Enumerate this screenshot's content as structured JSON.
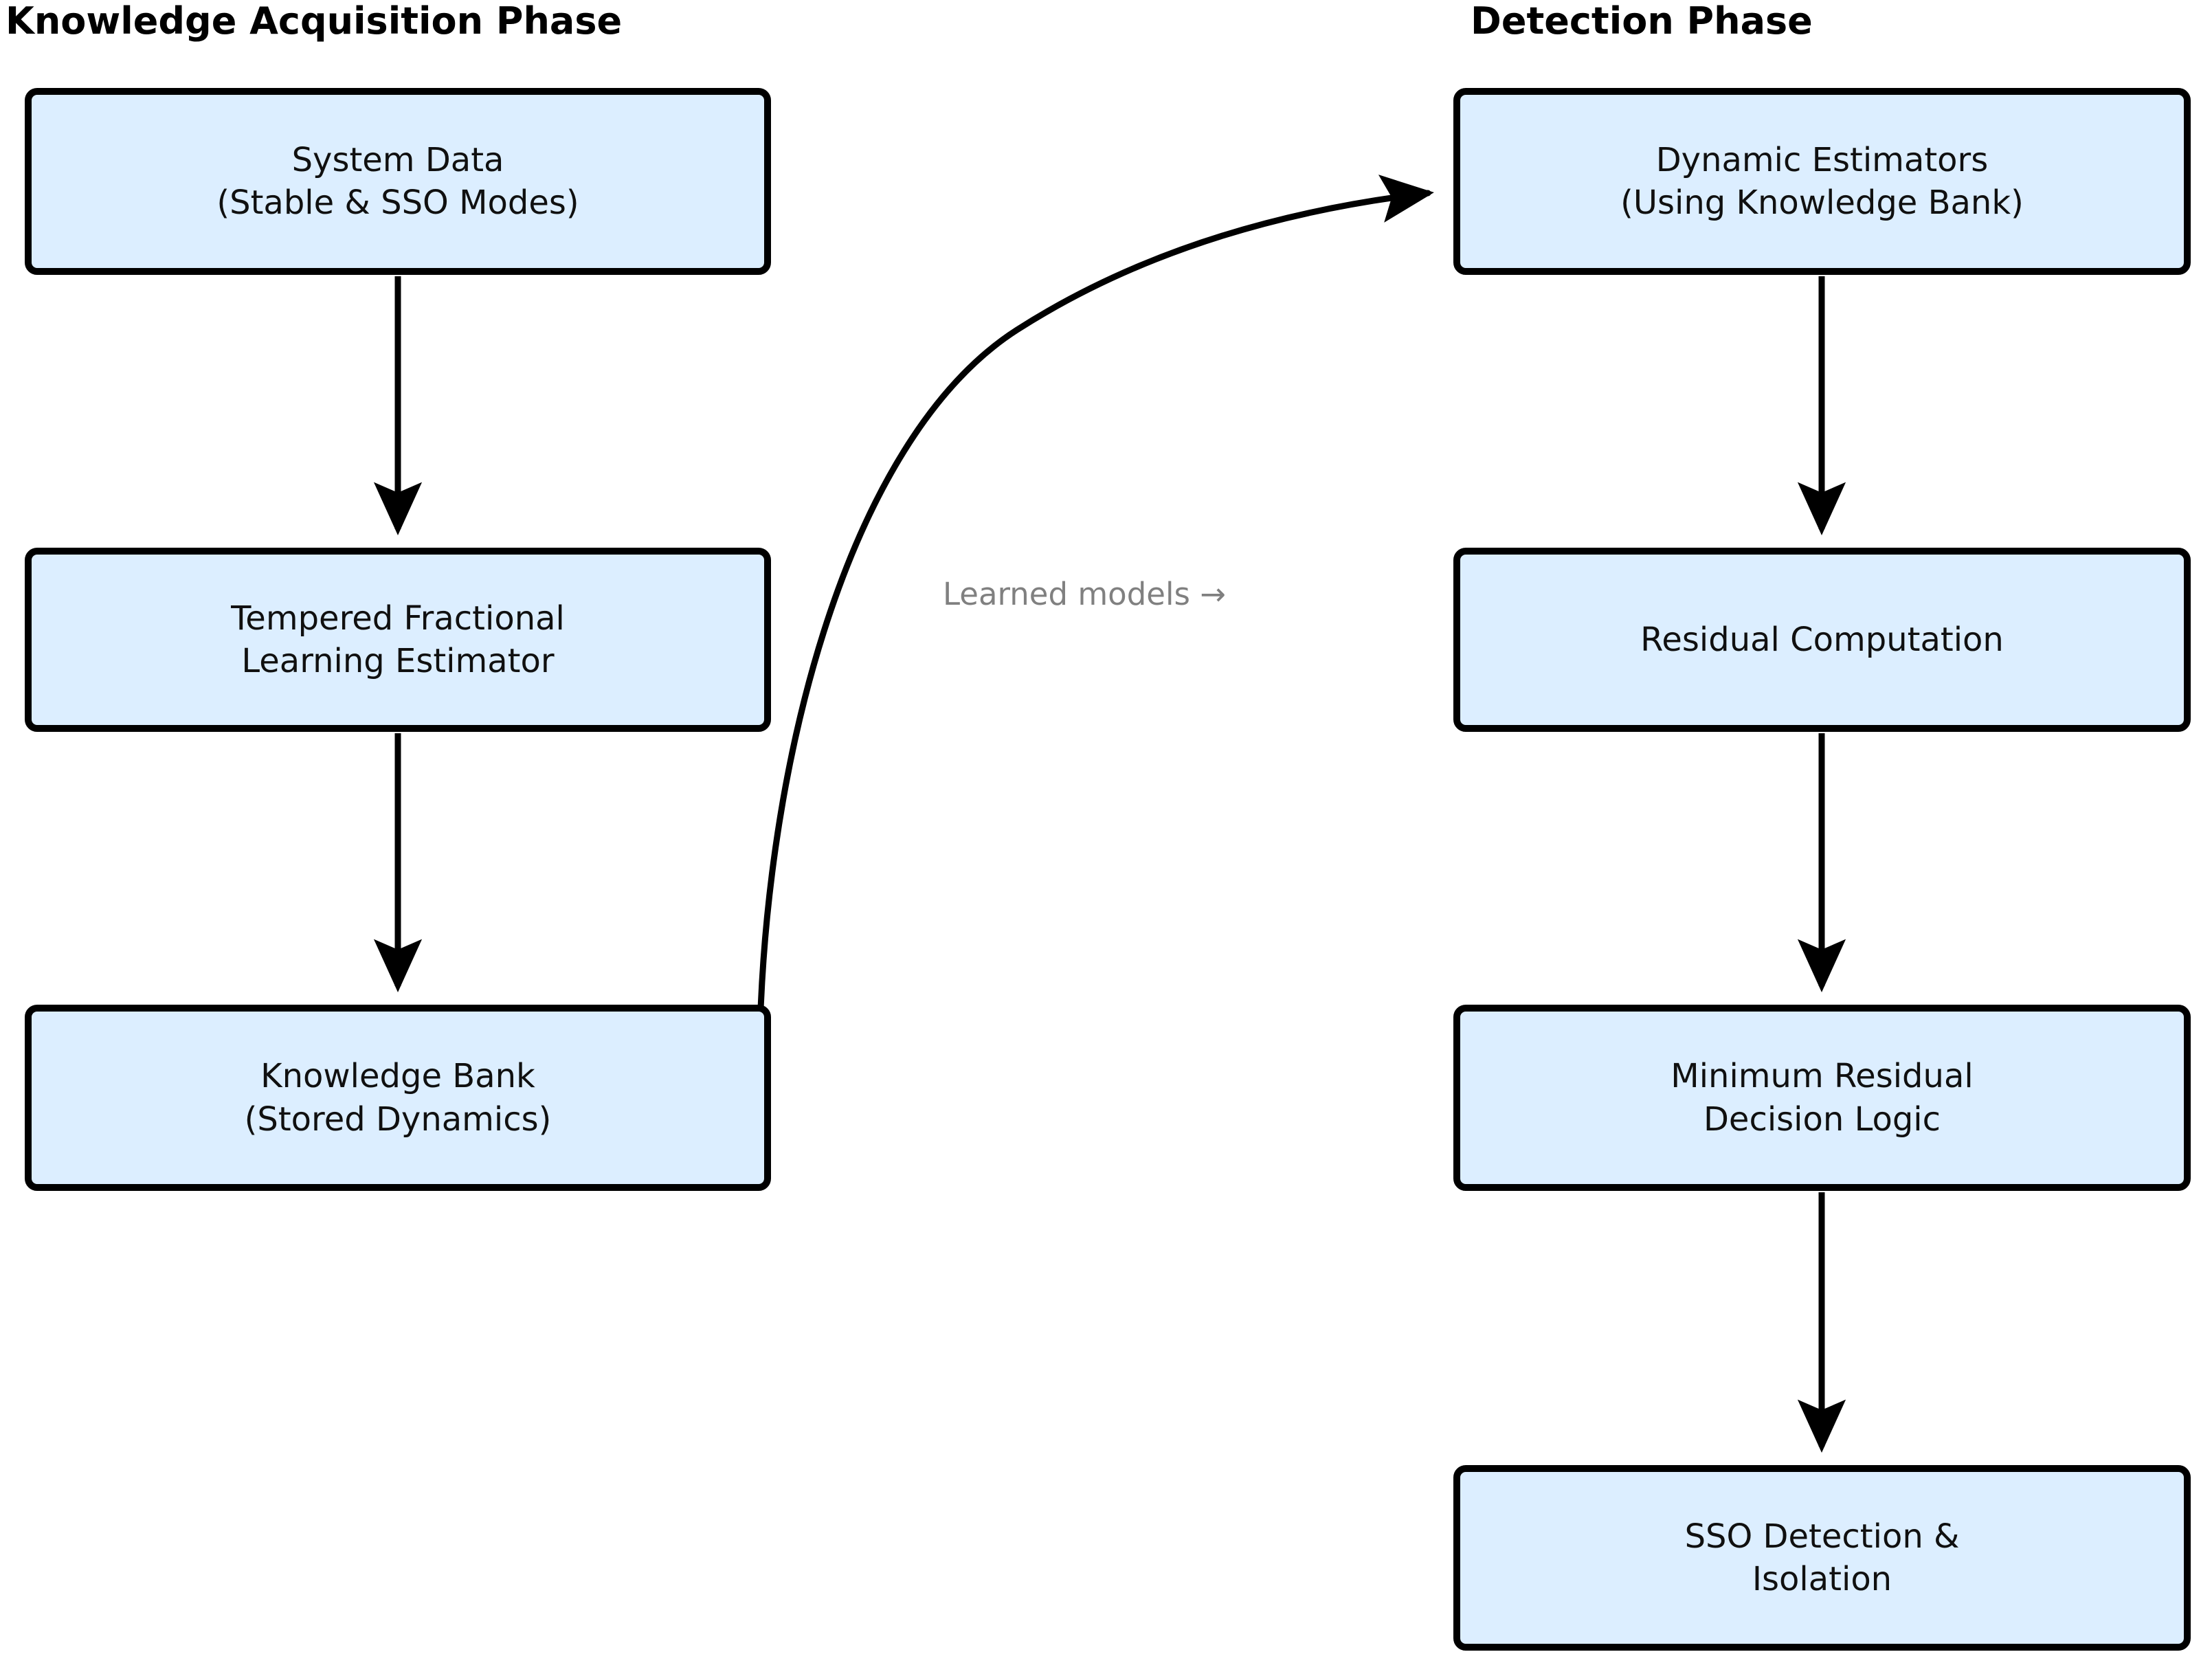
{
  "diagram": {
    "type": "flowchart",
    "background_color": "#ffffff",
    "node_fill_color": "#dceeff",
    "node_border_color": "#000000",
    "arrow_color": "#000000",
    "edge_label_color": "#808080"
  },
  "phases": {
    "left": {
      "title": "Knowledge Acquisition Phase"
    },
    "right": {
      "title": "Detection Phase"
    }
  },
  "nodes": {
    "left": [
      {
        "id": "system-data",
        "label": "System Data\n(Stable & SSO Modes)"
      },
      {
        "id": "tfl-estimator",
        "label": "Tempered Fractional\nLearning Estimator"
      },
      {
        "id": "knowledge-bank",
        "label": "Knowledge Bank\n(Stored Dynamics)"
      }
    ],
    "right": [
      {
        "id": "dynamic-estimators",
        "label": "Dynamic Estimators\n(Using Knowledge Bank)"
      },
      {
        "id": "residual-computation",
        "label": "Residual Computation"
      },
      {
        "id": "min-residual-logic",
        "label": "Minimum Residual\nDecision Logic"
      },
      {
        "id": "sso-detection",
        "label": "SSO Detection &\nIsolation"
      }
    ]
  },
  "edges": [
    {
      "id": "e1",
      "from": "system-data",
      "to": "tfl-estimator",
      "label": ""
    },
    {
      "id": "e2",
      "from": "tfl-estimator",
      "to": "knowledge-bank",
      "label": ""
    },
    {
      "id": "e3",
      "from": "knowledge-bank",
      "to": "dynamic-estimators",
      "label": "Learned models →"
    },
    {
      "id": "e4",
      "from": "dynamic-estimators",
      "to": "residual-computation",
      "label": ""
    },
    {
      "id": "e5",
      "from": "residual-computation",
      "to": "min-residual-logic",
      "label": ""
    },
    {
      "id": "e6",
      "from": "min-residual-logic",
      "to": "sso-detection",
      "label": ""
    }
  ]
}
